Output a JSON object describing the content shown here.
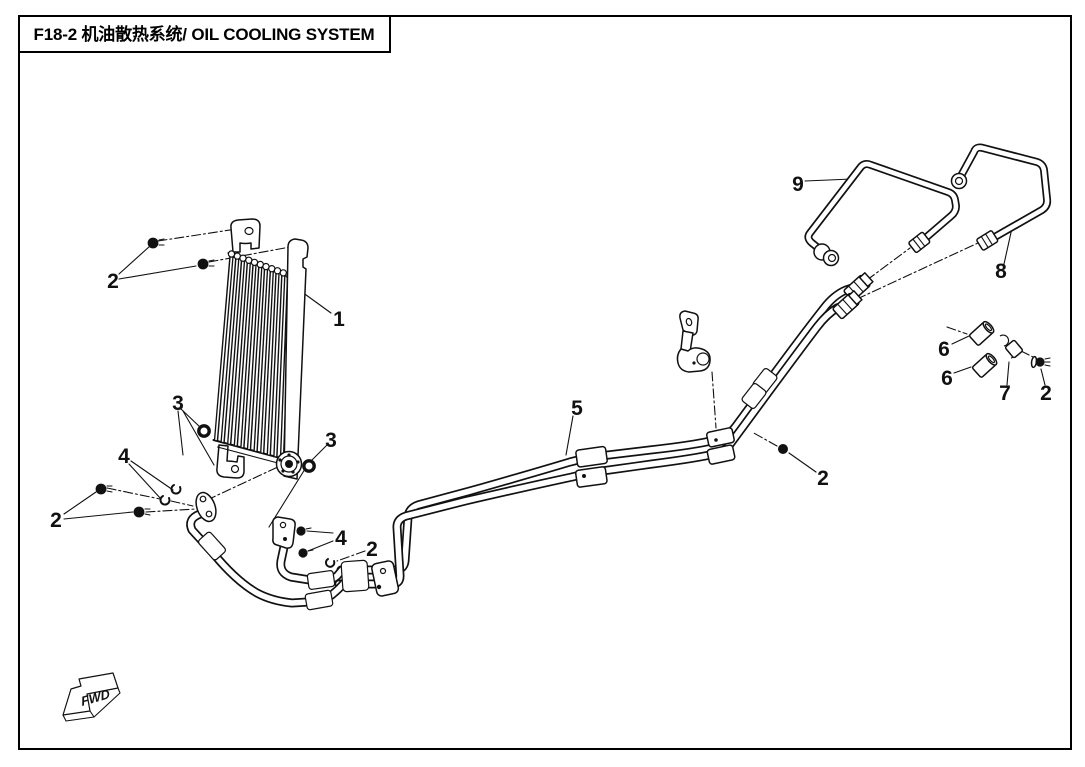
{
  "page": {
    "title": "F18-2 机油散热系统/ OIL COOLING SYSTEM"
  },
  "diagram": {
    "direction_marker": "FWD",
    "callouts": [
      {
        "label": "2"
      },
      {
        "label": "1"
      },
      {
        "label": "3"
      },
      {
        "label": "3"
      },
      {
        "label": "4"
      },
      {
        "label": "2"
      },
      {
        "label": "4"
      },
      {
        "label": "2"
      },
      {
        "label": "5"
      },
      {
        "label": "9"
      },
      {
        "label": "8"
      },
      {
        "label": "6"
      },
      {
        "label": "6"
      },
      {
        "label": "7"
      },
      {
        "label": "2"
      },
      {
        "label": "2"
      }
    ]
  }
}
